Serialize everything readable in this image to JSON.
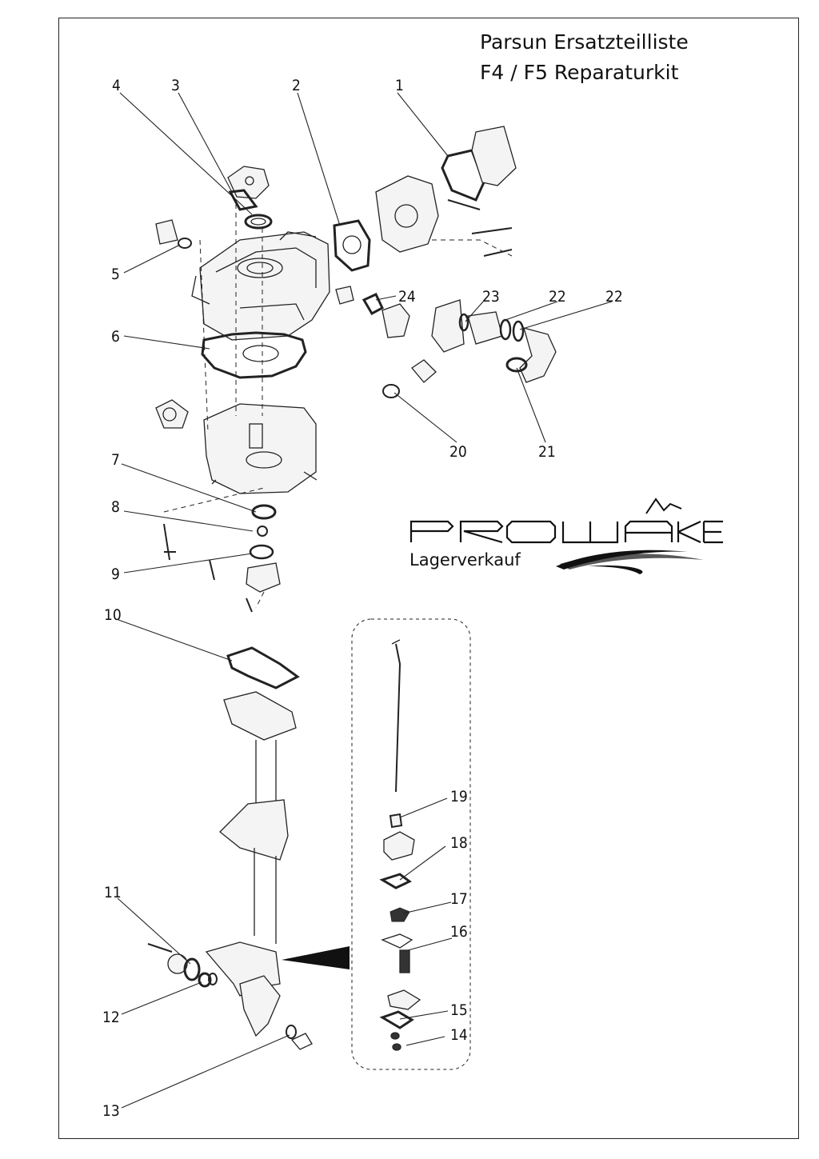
{
  "title": {
    "line1": "Parsun Ersatzteilliste",
    "line2": "F4 / F5 Reparaturkit"
  },
  "logo": {
    "wordmark": "PROWAKE",
    "subtitle": "Lagerverkauf"
  },
  "callouts": [
    {
      "label": "1"
    },
    {
      "label": "2"
    },
    {
      "label": "3"
    },
    {
      "label": "4"
    },
    {
      "label": "5"
    },
    {
      "label": "6"
    },
    {
      "label": "7"
    },
    {
      "label": "8"
    },
    {
      "label": "9"
    },
    {
      "label": "10"
    },
    {
      "label": "11"
    },
    {
      "label": "12"
    },
    {
      "label": "13"
    },
    {
      "label": "14"
    },
    {
      "label": "15"
    },
    {
      "label": "16"
    },
    {
      "label": "17"
    },
    {
      "label": "18"
    },
    {
      "label": "19"
    },
    {
      "label": "20"
    },
    {
      "label": "21"
    },
    {
      "label": "22"
    },
    {
      "label": "22"
    },
    {
      "label": "23"
    },
    {
      "label": "24"
    }
  ]
}
